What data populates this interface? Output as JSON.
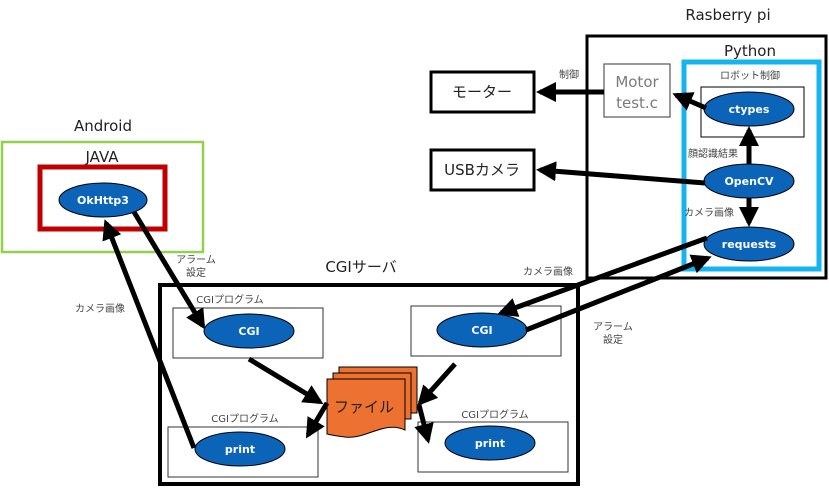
{
  "colors": {
    "ellipse_fill": "#0b64b8",
    "android_border": "#92d050",
    "java_border": "#c00000",
    "python_border": "#14b4f0",
    "file_fill": "#ed7131",
    "line": "#000000"
  },
  "rasberry": {
    "title": "Rasberry pi",
    "python": {
      "title": "Python",
      "robot_control": {
        "label": "ロボット制御",
        "node": "ctypes"
      },
      "opencv": "OpenCV",
      "requests": "requests",
      "face_result_label": "顔認識結果",
      "camera_image_label": "カメラ画像"
    },
    "motor": {
      "line1": "Motor",
      "line2": "test.c"
    }
  },
  "external": {
    "motor_box": "モーター",
    "usb_camera_box": "USBカメラ",
    "control_label": "制御"
  },
  "android": {
    "title": "Android",
    "java": {
      "title": "JAVA",
      "node": "OkHttp3"
    }
  },
  "cgi_server": {
    "title": "CGIサーバ",
    "programs": [
      {
        "label": "CGIプログラム",
        "node": "CGI"
      },
      {
        "label": "",
        "node": "CGI"
      },
      {
        "label": "CGIプログラム",
        "node": "print"
      },
      {
        "label": "CGIプログラム",
        "node": "print"
      }
    ],
    "file": "ファイル"
  },
  "edge_labels": {
    "alarm_setting_left": [
      "アラーム",
      "設定"
    ],
    "alarm_setting_right": [
      "アラーム",
      "設定"
    ],
    "camera_image_left": "カメラ画像",
    "camera_image_right": "カメラ画像"
  }
}
